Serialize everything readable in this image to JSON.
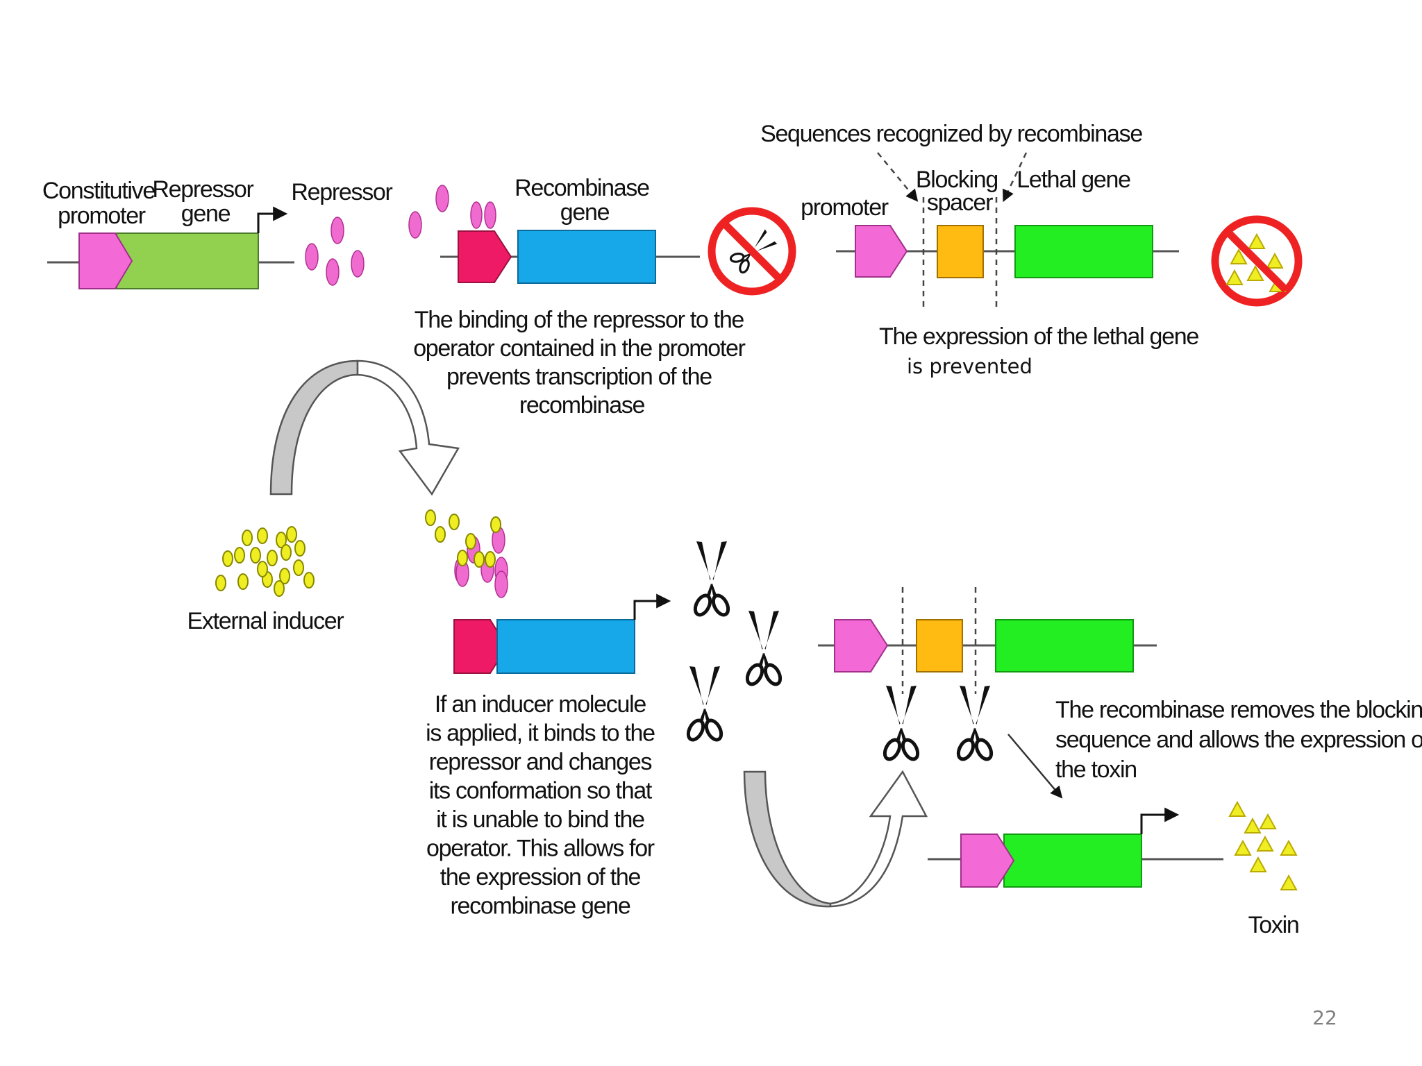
{
  "page_number": "22",
  "top_constructs": {
    "repressor_cassette": {
      "label_constitutive": [
        "Constitutive",
        "promoter"
      ],
      "label_repressor_gene": [
        "Repressor",
        "gene"
      ],
      "label_repressor": "Repressor"
    },
    "recombinase_cassette": {
      "label_recombinase_gene": [
        "Recombinase",
        "gene"
      ],
      "caption": [
        "The binding of the repressor to the",
        "operator contained in the promoter",
        "prevents transcription of the",
        "recombinase"
      ]
    },
    "lethal_cassette": {
      "label_sequences": "Sequences recognized by recombinase",
      "label_promoter": "promoter",
      "label_blocking_spacer": [
        "Blocking",
        "spacer"
      ],
      "label_lethal_gene": "Lethal gene",
      "caption": [
        "The expression of the lethal gene",
        "is prevented"
      ]
    }
  },
  "bottom_constructs": {
    "label_external_inducer": "External inducer",
    "inducer_caption": [
      "If an inducer molecule",
      "is applied, it binds to the",
      "repressor and changes",
      "its conformation so that",
      "it is unable to bind the",
      "operator. This allows for",
      "the expression of the",
      "recombinase gene"
    ],
    "recombinase_caption": [
      "The recombinase removes the blocking",
      "sequence and allows the expression of",
      "the toxin"
    ],
    "label_toxin": "Toxin"
  },
  "colors": {
    "promoter_pink": "#f36ad6",
    "repressor_gene_green": "#92d050",
    "repressor_magenta": "#f06bd0",
    "recombinase_promoter": "#ee1a66",
    "recombinase_blue": "#17a8ea",
    "blocking_spacer_orange": "#ffbb11",
    "lethal_gene_green": "#22ee22",
    "prohibition_red": "#ee2222",
    "inducer_yellow": "#eeee22",
    "toxin_yellow": "#eeee22"
  },
  "icons": [
    "scissors-icon",
    "prohibition-sign-icon",
    "curved-arrow-icon",
    "transcription-arrow-icon"
  ]
}
